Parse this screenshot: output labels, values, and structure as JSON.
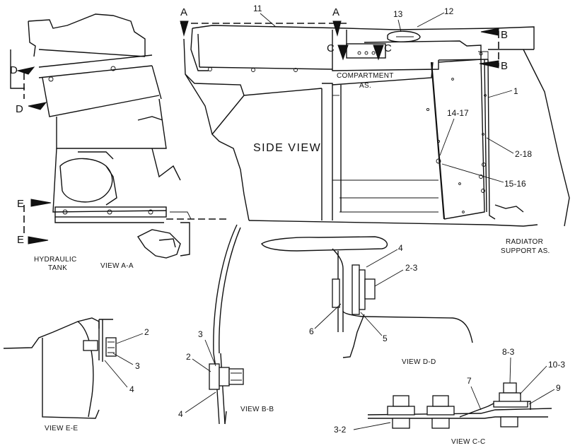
{
  "views": {
    "side_view": "SIDE VIEW",
    "view_aa": "VIEW A-A",
    "view_bb": "VIEW B-B",
    "view_cc": "VIEW C-C",
    "view_dd": "VIEW D-D",
    "view_ee": "VIEW E-E"
  },
  "section_markers": {
    "a_left": "A",
    "a_right": "A",
    "b_top": "B",
    "b_bottom": "B",
    "c_left": "C",
    "c_right": "C",
    "d_top": "D",
    "d_bottom": "D",
    "e_top": "E",
    "e_bottom": "E"
  },
  "component_labels": {
    "compartment_line1": "COMPARTMENT",
    "compartment_line2": "AS.",
    "radiator_line1": "RADIATOR",
    "radiator_line2": "SUPPORT AS.",
    "hydraulic_line1": "HYDRAULIC",
    "hydraulic_line2": "TANK"
  },
  "callouts": {
    "side": [
      "11",
      "13",
      "12",
      "1",
      "14-17",
      "2-18",
      "15-16"
    ],
    "view_dd": [
      "4",
      "2-3",
      "6",
      "5"
    ],
    "view_ee": [
      "2",
      "3",
      "4"
    ],
    "view_bb": [
      "3",
      "2",
      "4"
    ],
    "view_cc": [
      "8-3",
      "10-3",
      "7",
      "9",
      "3-2"
    ]
  }
}
